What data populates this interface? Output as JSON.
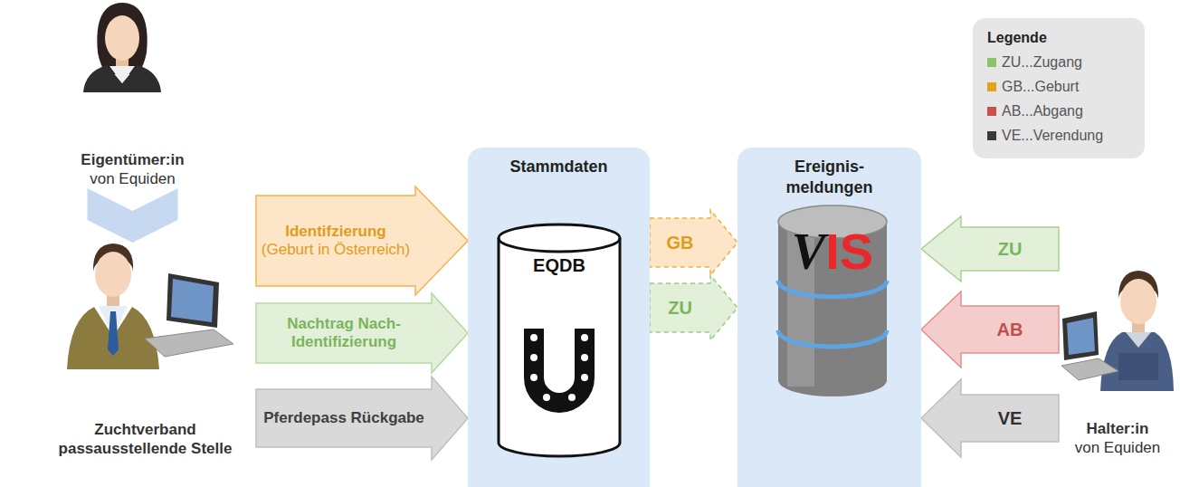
{
  "diagram": {
    "nodes": [
      {
        "text": [
          "Eigentümer:in",
          "von Equiden"
        ]
      },
      {
        "text": [
          "Zuchtverband passausstellende Stelle"
        ]
      },
      {
        "text": [
          "Stammdaten"
        ]
      },
      {
        "text": [
          "EQDB"
        ],
        "in": 2
      },
      {
        "text": [
          "Ereignis- meldungen"
        ]
      },
      {
        "text": [
          "VIS"
        ],
        "in": 4
      },
      {
        "text": [
          "Halter:in",
          "von Equiden"
        ]
      }
    ],
    "edges": [
      {
        "from": 0,
        "to": 1,
        "arrow": "to"
      },
      {
        "from": 1,
        "to": 2,
        "label": "Identifzierung (Geburt in Österreich)",
        "arrow": "to"
      },
      {
        "from": 1,
        "to": 2,
        "label": "Nachtrag Nach-Identifizierung",
        "arrow": "to"
      },
      {
        "from": 1,
        "to": 2,
        "label": "Pferdepass Rückgabe",
        "arrow": "to"
      },
      {
        "from": 2,
        "to": 4,
        "label": "GB",
        "arrow": "to"
      },
      {
        "from": 2,
        "to": 4,
        "label": "ZU",
        "arrow": "to"
      },
      {
        "from": 6,
        "to": 4,
        "label": "ZU",
        "arrow": "to"
      },
      {
        "from": 6,
        "to": 4,
        "label": "AB",
        "arrow": "to"
      },
      {
        "from": 6,
        "to": 4,
        "label": "VE",
        "arrow": "to"
      }
    ],
    "labels": [
      "Legende"
    ],
    "legend": [
      {
        "text": "ZU...Zugang",
        "color": "#8cc26a"
      },
      {
        "text": "GB...Geburt",
        "color": "#e3a21a"
      },
      {
        "text": "AB...Abgang",
        "color": "#c9504e"
      },
      {
        "text": "VE...Verendung",
        "color": "#3a3a3a"
      }
    ]
  }
}
